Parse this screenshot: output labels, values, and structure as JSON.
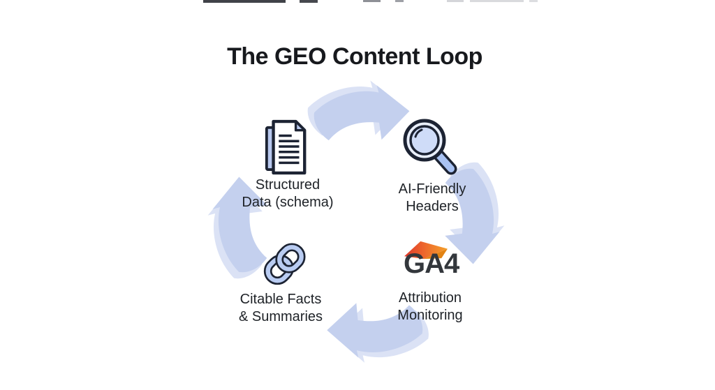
{
  "title": "The GEO Content Loop",
  "diagram": {
    "flow_direction": "clockwise",
    "steps": [
      {
        "id": "structured-data",
        "icon": "document-icon",
        "label_line1": "Structured",
        "label_line2": "Data (schema)"
      },
      {
        "id": "ai-friendly-headers",
        "icon": "magnifying-glass-icon",
        "label_line1": "AI-Friendly",
        "label_line2": "Headers"
      },
      {
        "id": "attribution-monitoring",
        "icon": "ga4-logo",
        "logo_text": "GA4",
        "label_line1": "Attribution",
        "label_line2": "Monitoring"
      },
      {
        "id": "citable-facts",
        "icon": "chain-link-icon",
        "label_line1": "Citable Facts",
        "label_line2": "& Summaries"
      }
    ],
    "arrows": [
      "loop-arrow-top-right",
      "loop-arrow-right-down",
      "loop-arrow-bottom-left",
      "loop-arrow-left-up"
    ]
  },
  "colors": {
    "background": "#ffffff",
    "arrow_blue": "#c4d0ee",
    "arrow_blue_ghost": "#dbe2f5",
    "icon_outline_navy": "#1c2333",
    "icon_fill_blue": "#b9ccf2",
    "title_text": "#17191d",
    "label_text": "#1e2227",
    "ga4_red": "#e0392b",
    "ga4_orange": "#f4a12a",
    "ga4_text": "#33373c"
  }
}
